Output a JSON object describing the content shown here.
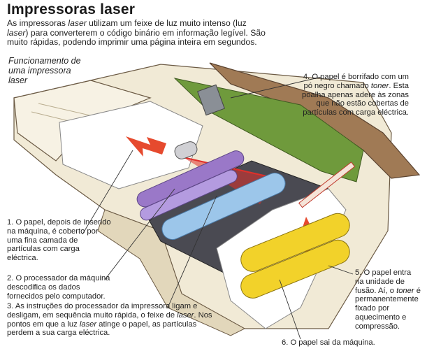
{
  "title": "Impressoras laser",
  "intro": [
    {
      "t": "As impressoras "
    },
    {
      "t": "laser",
      "i": true
    },
    {
      "t": " utilizam um feixe de luz muito intenso (luz "
    },
    {
      "t": "laser",
      "i": true
    },
    {
      "t": ") para converterem o código binário em informação legível. São muito rápidas, podendo imprimir uma página inteira em segundos."
    }
  ],
  "caption": "Funcionamento de uma impressora laser",
  "notes": {
    "n1": [
      {
        "t": "1. O papel, depois de inserido na máquina, é coberto por uma fina camada de partículas com carga eléctrica."
      }
    ],
    "n2": [
      {
        "t": "2. O processador da máquina descodifica os dados fornecidos pelo computador."
      }
    ],
    "n3": [
      {
        "t": "3. As instruções do processador da impressora ligam e desligam, em sequência muito rápida, o feixe de "
      },
      {
        "t": "laser",
        "i": true
      },
      {
        "t": ". Nos pontos em que a luz "
      },
      {
        "t": "laser",
        "i": true
      },
      {
        "t": " atinge o papel, as partículas perdem a sua carga eléctrica."
      }
    ],
    "n4": [
      {
        "t": "4. O papel é borrifado com um pó negro chamado "
      },
      {
        "t": "toner",
        "i": true
      },
      {
        "t": ". Esta poalha apenas adere às zonas que não estão cobertas de partículas com carga eléctrica."
      }
    ],
    "n5": [
      {
        "t": "5. O papel entra na unidade de fusão. Aí, o "
      },
      {
        "t": "toner",
        "i": true
      },
      {
        "t": " é permanentemente fixado por aquecimento e compressão."
      }
    ],
    "n6": [
      {
        "t": "6. O papel sai da máquina."
      }
    ]
  },
  "colors": {
    "casing": "#f1ead6",
    "casing_shadow": "#d9ceb0",
    "lid": "#a07a55",
    "green": "#6f9a3c",
    "laser": "#e0302a",
    "purple": "#9a78c8",
    "blue": "#9cc6ea",
    "yellow": "#f2d22a",
    "arrow": "#e64a2e"
  }
}
